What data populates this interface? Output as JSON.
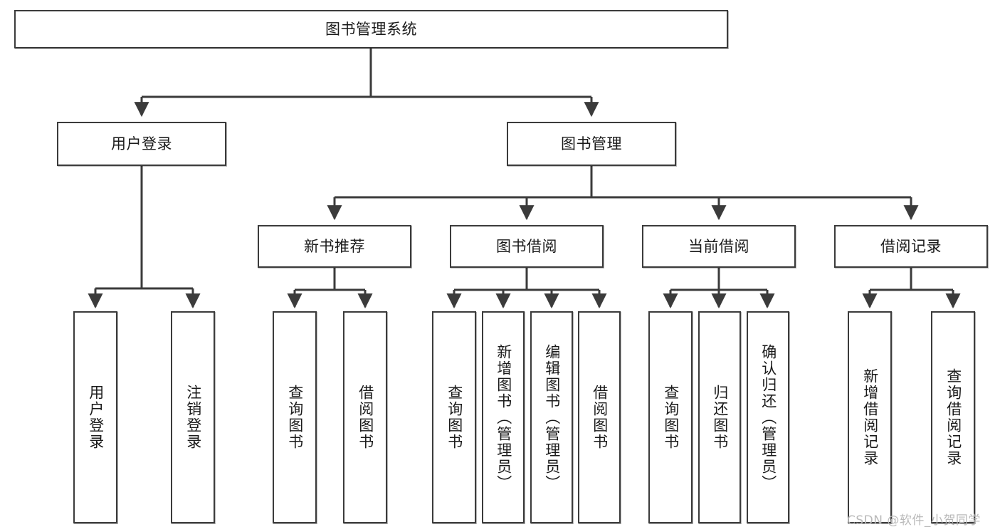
{
  "diagram": {
    "title": "图书管理系统",
    "watermark": "CSDN @软件_小贺同学",
    "colors": {
      "stroke": "#3b3b3b",
      "node_fill": "#ffffff",
      "text": "#1a1a1a",
      "watermark": "#b9b9b9",
      "background": "#ffffff"
    },
    "levels": {
      "root": "图书管理系统",
      "level2": [
        "用户登录",
        "图书管理"
      ],
      "level3": [
        "新书推荐",
        "图书借阅",
        "当前借阅",
        "借阅记录"
      ]
    },
    "nodes": {
      "root": {
        "label": "图书管理系统"
      },
      "user_login": {
        "label": "用户登录"
      },
      "book_manage": {
        "label": "图书管理"
      },
      "new_book_rec": {
        "label": "新书推荐"
      },
      "book_borrow": {
        "label": "图书借阅"
      },
      "current_borrow": {
        "label": "当前借阅"
      },
      "borrow_record": {
        "label": "借阅记录"
      },
      "leaf_user_login": {
        "label": "用户登录"
      },
      "leaf_logout": {
        "label": "注销登录"
      },
      "leaf_query_book_1": {
        "label": "查询图书"
      },
      "leaf_borrow_book_1": {
        "label": "借阅图书"
      },
      "leaf_query_book_2": {
        "label": "查询图书"
      },
      "leaf_add_book": {
        "label": "新增图书（管理员）"
      },
      "leaf_edit_book": {
        "label": "编辑图书（管理员）"
      },
      "leaf_borrow_book_2": {
        "label": "借阅图书"
      },
      "leaf_query_book_3": {
        "label": "查询图书"
      },
      "leaf_return_book": {
        "label": "归还图书"
      },
      "leaf_confirm_return": {
        "label": "确认归还（管理员）"
      },
      "leaf_add_record": {
        "label": "新增借阅记录"
      },
      "leaf_query_record": {
        "label": "查询借阅记录"
      }
    }
  }
}
